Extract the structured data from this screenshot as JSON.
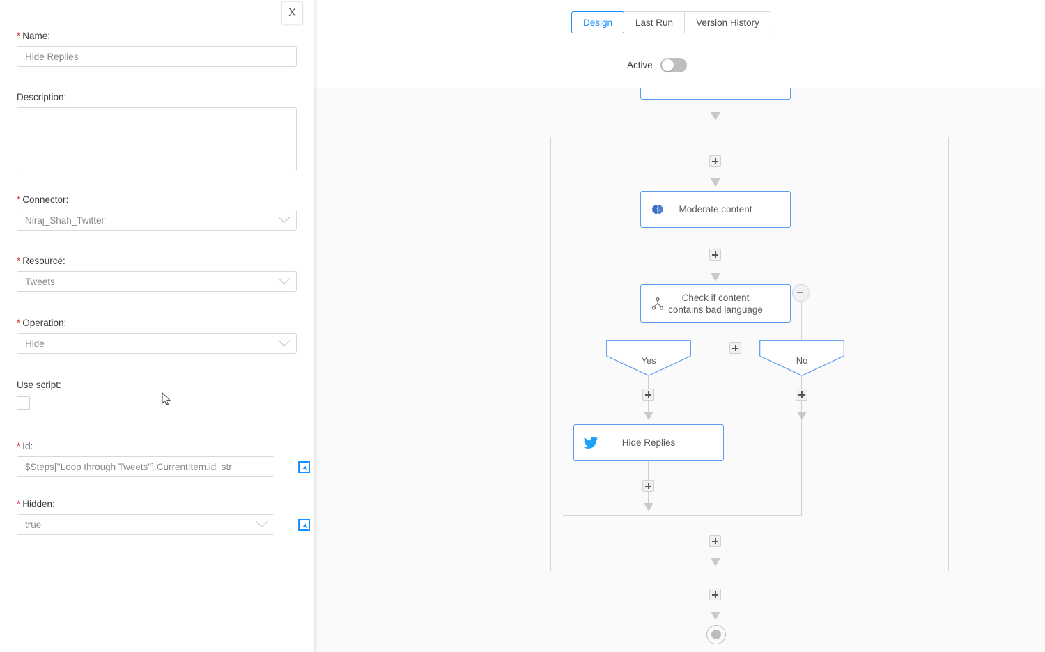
{
  "panel": {
    "close_label": "X",
    "fields": [
      {
        "key": "name",
        "label": "Name:",
        "required": true,
        "type": "text",
        "value": "Hide Replies"
      },
      {
        "key": "description",
        "label": "Description:",
        "required": false,
        "type": "textarea",
        "value": ""
      },
      {
        "key": "connector",
        "label": "Connector:",
        "required": true,
        "type": "select",
        "value": "Niraj_Shah_Twitter"
      },
      {
        "key": "resource",
        "label": "Resource:",
        "required": true,
        "type": "select",
        "value": "Tweets"
      },
      {
        "key": "operation",
        "label": "Operation:",
        "required": true,
        "type": "select",
        "value": "Hide"
      },
      {
        "key": "use_script",
        "label": "Use script:",
        "required": false,
        "type": "checkbox",
        "value": ""
      },
      {
        "key": "id",
        "label": "Id:",
        "required": true,
        "type": "text-expr",
        "value": "$Steps[\"Loop through Tweets\"].CurrentItem.id_str"
      },
      {
        "key": "hidden",
        "label": "Hidden:",
        "required": true,
        "type": "select-expr",
        "value": "true"
      }
    ]
  },
  "header": {
    "tabs": [
      {
        "label": "Design",
        "active": true
      },
      {
        "label": "Last Run",
        "active": false
      },
      {
        "label": "Version History",
        "active": false
      }
    ],
    "active_toggle": {
      "label": "Active",
      "on": false
    }
  },
  "flow": {
    "nodes": [
      {
        "id": "moderate",
        "label": "Moderate content",
        "icon": "brain-icon"
      },
      {
        "id": "condition",
        "label": "Check if content contains bad language",
        "icon": "branch-icon"
      },
      {
        "id": "hide",
        "label": "Hide Replies",
        "icon": "twitter-icon"
      }
    ],
    "branches": [
      {
        "id": "yes",
        "label": "Yes"
      },
      {
        "id": "no",
        "label": "No"
      }
    ],
    "add_buttons_count": 8,
    "end_node": "end-node"
  },
  "colors": {
    "accent": "#1890ff",
    "node_border": "#5b9bf0",
    "required_star": "#d9363e",
    "canvas_bg": "#fafafa",
    "twitter_blue": "#1da1f2",
    "brain_blue": "#3b6fbf"
  }
}
